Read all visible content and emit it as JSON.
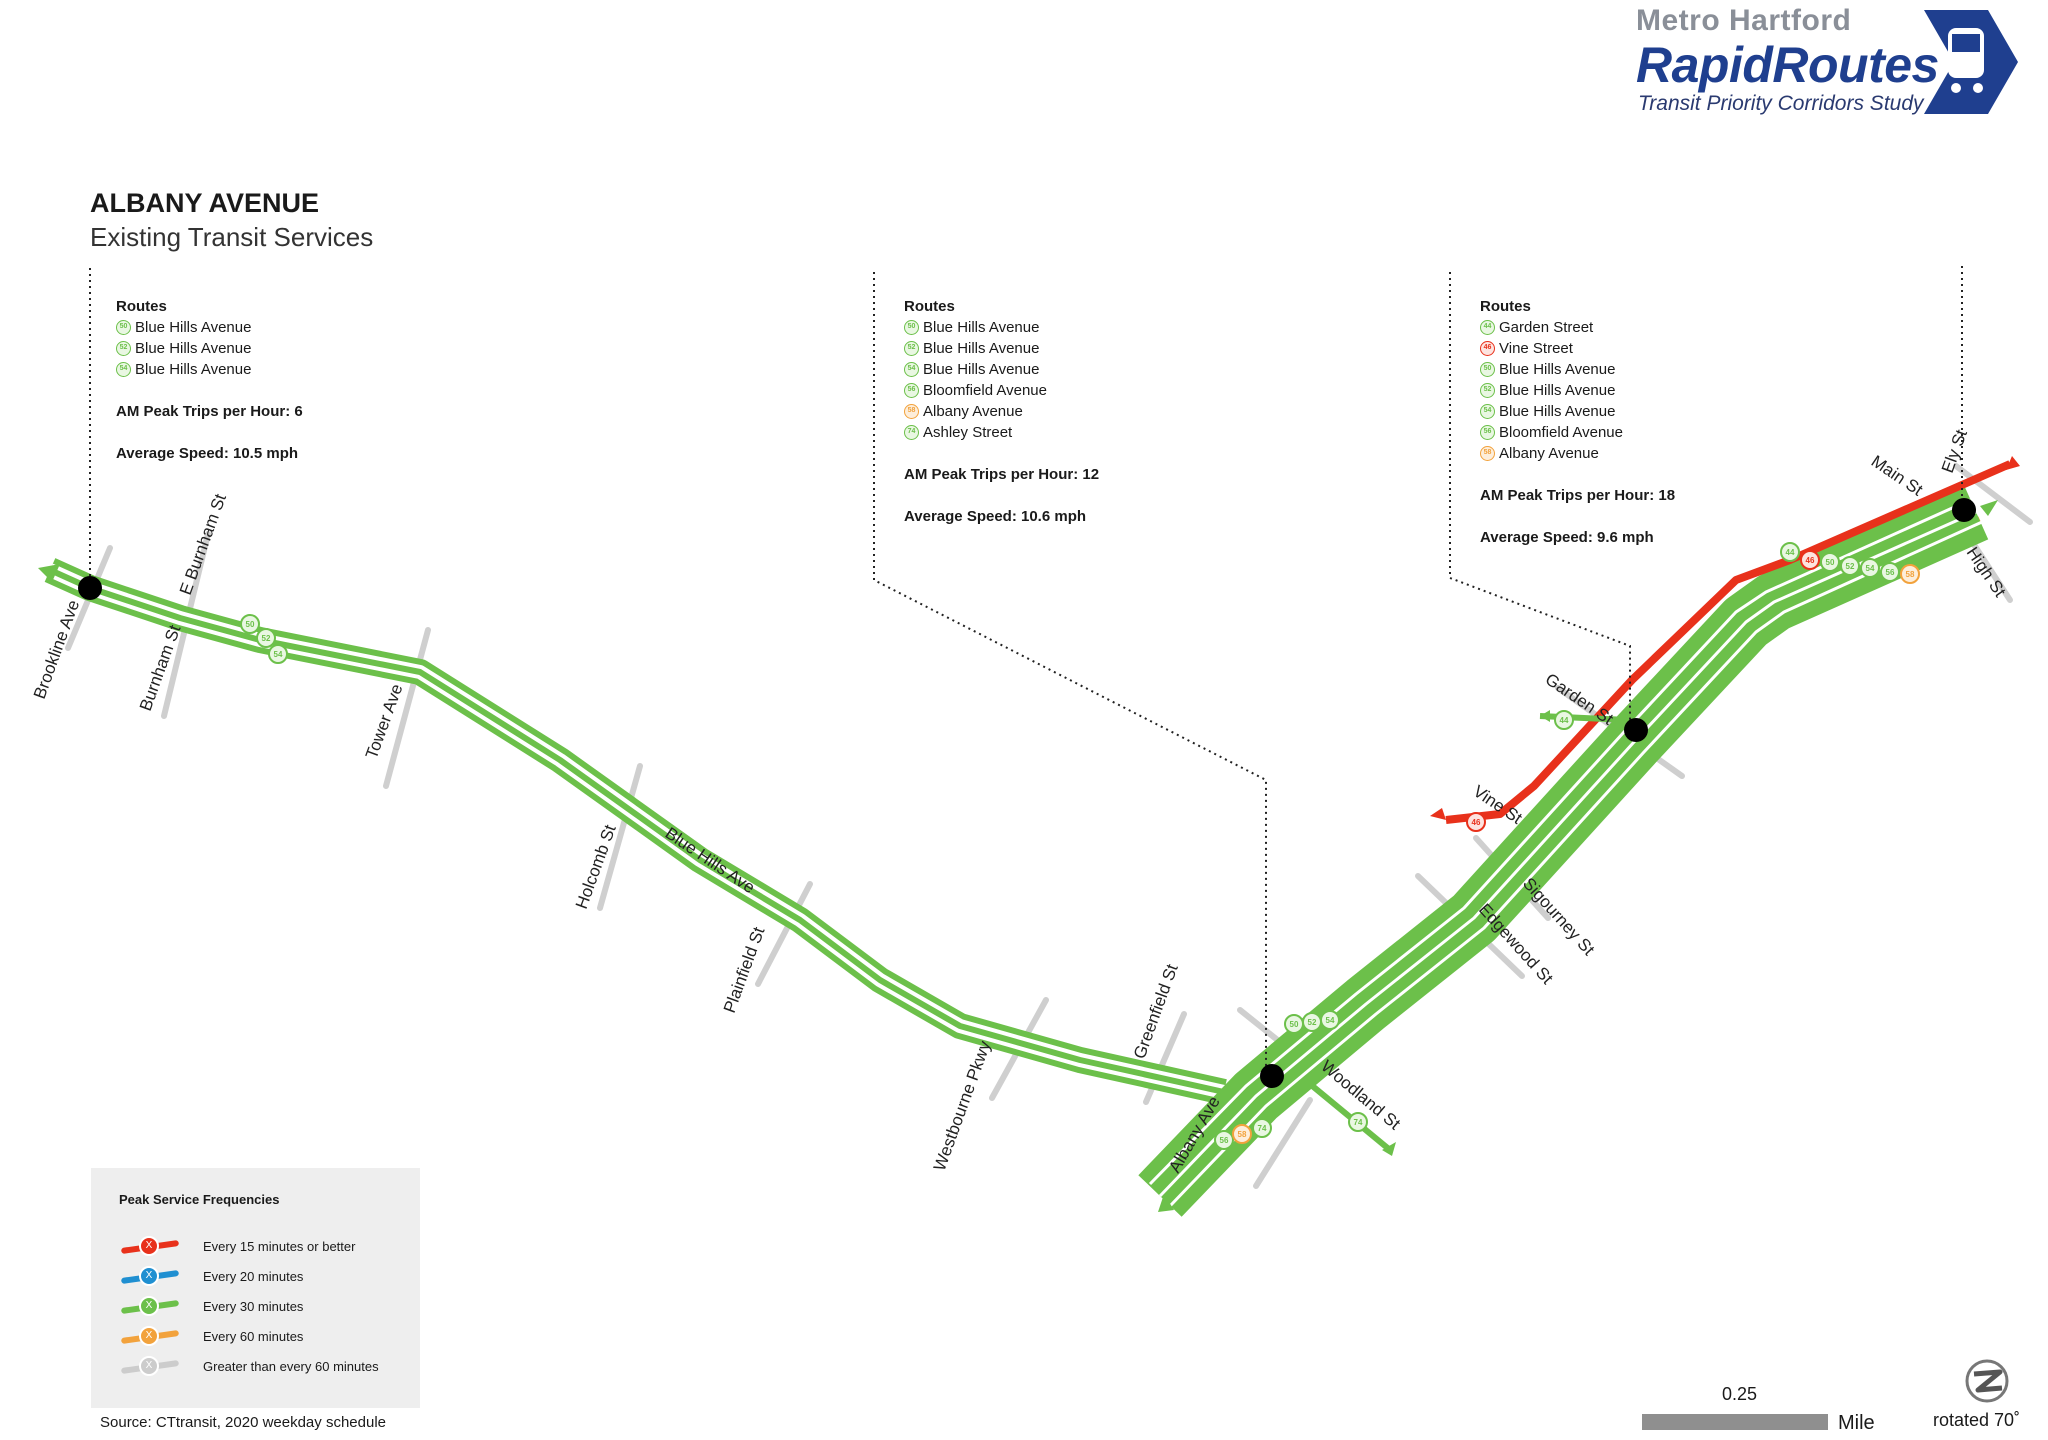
{
  "header": {
    "logo_line1": "Metro Hartford",
    "logo_line2": "RapidRoutes",
    "logo_line3": "Transit Priority Corridors Study"
  },
  "title": "ALBANY AVENUE",
  "subtitle": "Existing Transit Services",
  "info_boxes": [
    {
      "heading": "Routes",
      "routes": [
        {
          "num": "50",
          "name": "Blue Hills Avenue",
          "color": "green"
        },
        {
          "num": "52",
          "name": "Blue Hills Avenue",
          "color": "green"
        },
        {
          "num": "54",
          "name": "Blue Hills Avenue",
          "color": "green"
        }
      ],
      "peak_trips": "AM Peak Trips per Hour: 6",
      "avg_speed": "Average Speed: 10.5 mph"
    },
    {
      "heading": "Routes",
      "routes": [
        {
          "num": "50",
          "name": "Blue Hills Avenue",
          "color": "green"
        },
        {
          "num": "52",
          "name": "Blue Hills Avenue",
          "color": "green"
        },
        {
          "num": "54",
          "name": "Blue Hills Avenue",
          "color": "green"
        },
        {
          "num": "56",
          "name": "Bloomfield Avenue",
          "color": "green"
        },
        {
          "num": "58",
          "name": "Albany Avenue",
          "color": "orange"
        },
        {
          "num": "74",
          "name": "Ashley Street",
          "color": "green"
        }
      ],
      "peak_trips": "AM Peak Trips per Hour: 12",
      "avg_speed": "Average Speed: 10.6 mph"
    },
    {
      "heading": "Routes",
      "routes": [
        {
          "num": "44",
          "name": "Garden Street",
          "color": "green"
        },
        {
          "num": "46",
          "name": "Vine Street",
          "color": "red"
        },
        {
          "num": "50",
          "name": "Blue Hills Avenue",
          "color": "green"
        },
        {
          "num": "52",
          "name": "Blue Hills Avenue",
          "color": "green"
        },
        {
          "num": "54",
          "name": "Blue Hills Avenue",
          "color": "green"
        },
        {
          "num": "56",
          "name": "Bloomfield Avenue",
          "color": "green"
        },
        {
          "num": "58",
          "name": "Albany Avenue",
          "color": "orange"
        }
      ],
      "peak_trips": "AM Peak Trips per Hour: 18",
      "avg_speed": "Average Speed: 9.6 mph"
    }
  ],
  "streets": {
    "brookline": "Brookline Ave",
    "e_burnham": "E Burnham St",
    "burnham": "Burnham St",
    "tower": "Tower Ave",
    "holcomb": "Holcomb St",
    "blue_hills": "Blue Hills Ave",
    "plainfield": "Plainfield St",
    "westbourne": "Westbourne Pkwy",
    "greenfield": "Greenfield St",
    "albany": "Albany Ave",
    "woodland": "Woodland St",
    "edgewood": "Edgewood St",
    "sigourney": "Sigourney St",
    "vine": "Vine St",
    "garden": "Garden St",
    "main": "Main St",
    "ely": "Ely St",
    "high": "High St"
  },
  "legend": {
    "title": "Peak Service Frequencies",
    "items": [
      {
        "label": "Every 15 minutes or better",
        "color": "#e8311b"
      },
      {
        "label": "Every 20 minutes",
        "color": "#1f8fd1"
      },
      {
        "label": "Every 30 minutes",
        "color": "#6cc04a"
      },
      {
        "label": "Every 60 minutes",
        "color": "#f2a23c"
      },
      {
        "label": "Greater than every 60 minutes",
        "color": "#cccccc"
      }
    ]
  },
  "source": "Source: CTtransit, 2020 weekday schedule",
  "scale": {
    "value": "0.25",
    "unit": "Mile"
  },
  "north": {
    "label": "rotated 70˚"
  },
  "colors": {
    "green": "#6cc04a",
    "red": "#e8311b",
    "orange": "#f2a23c",
    "blue": "#1f3f8f",
    "gray": "#cccccc"
  }
}
